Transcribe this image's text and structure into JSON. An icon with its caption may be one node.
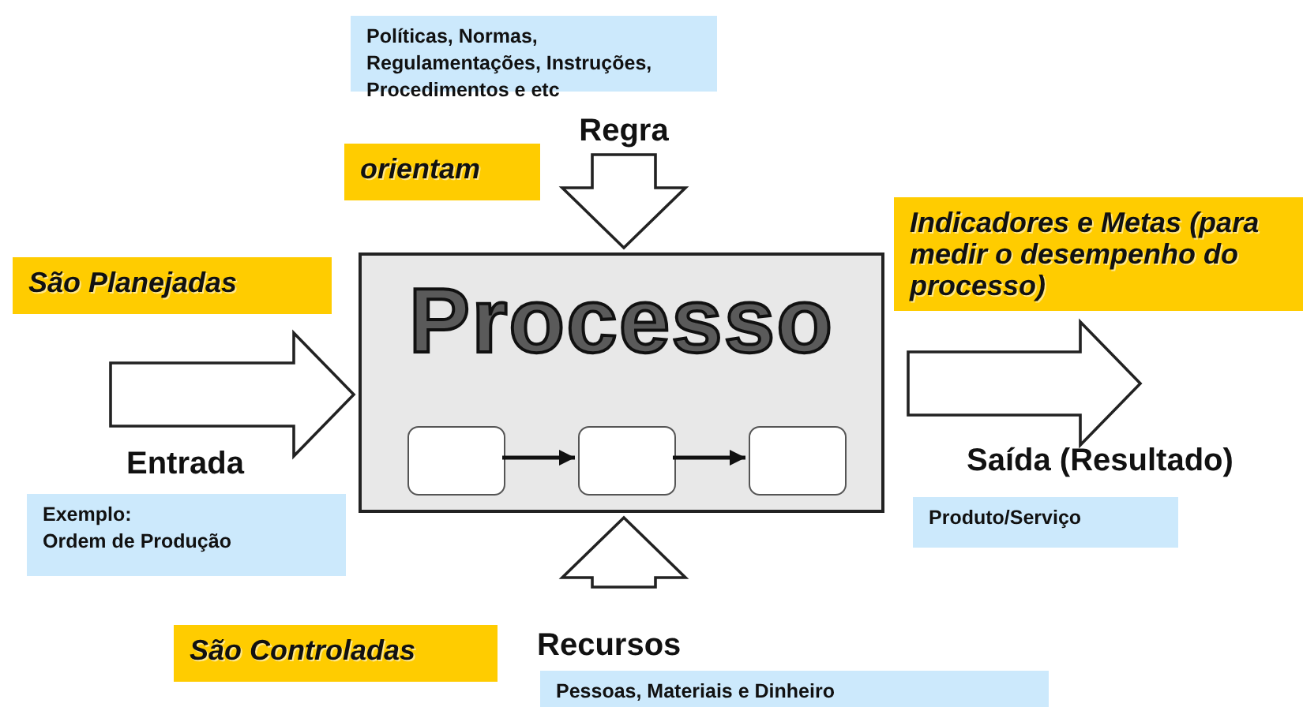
{
  "diagram": {
    "nodes": [
      {
        "text": [
          "Políticas, Normas, Regulamentações, Instruções, Procedimentos e etc"
        ]
      },
      {
        "text": [
          "orientam"
        ]
      },
      {
        "text": [
          "Indicadores e Metas (para medir o desempenho do processo)"
        ]
      },
      {
        "text": [
          "São Planejadas"
        ]
      },
      {
        "text": [
          "Processo"
        ]
      },
      {
        "text": [],
        "shape": "box",
        "in": 4
      },
      {
        "text": [],
        "shape": "box",
        "in": 4
      },
      {
        "text": [],
        "shape": "box",
        "in": 4
      },
      {
        "text": [
          "Exemplo:",
          "Ordem de Produção"
        ]
      },
      {
        "text": [
          "Produto/Serviço"
        ]
      },
      {
        "text": [
          "São Controladas"
        ]
      },
      {
        "text": [
          "Pessoas, Materiais e Dinheiro"
        ]
      }
    ],
    "edges": [
      {
        "from": null,
        "to": 4,
        "arrow": "to",
        "label": "Regra"
      },
      {
        "from": null,
        "to": 4,
        "arrow": "to",
        "label": "Entrada"
      },
      {
        "from": 5,
        "to": 6,
        "arrow": "to"
      },
      {
        "from": 6,
        "to": 7,
        "arrow": "to"
      },
      {
        "from": null,
        "to": 4,
        "arrow": "to",
        "label": "Recursos"
      },
      {
        "from": 4,
        "to": null,
        "arrow": "to",
        "label": "Saída (Resultado)"
      }
    ]
  }
}
